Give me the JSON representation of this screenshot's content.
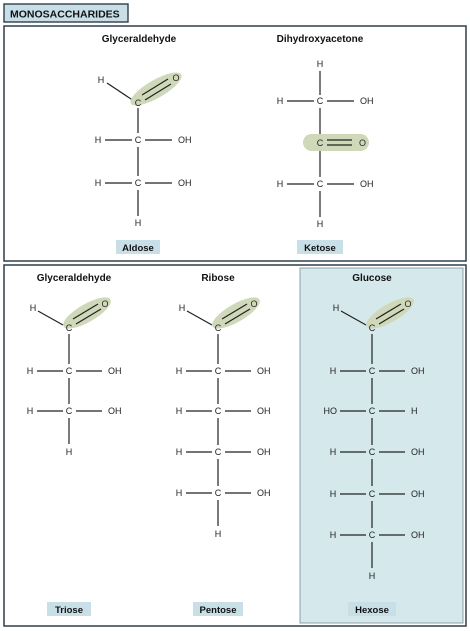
{
  "header": {
    "title": "MONOSACCHARIDES"
  },
  "colors": {
    "header_bg": "#c9dfe8",
    "header_border": "#2f3f4a",
    "panel_border": "#2f3f4a",
    "label_bg": "#c9dfe8",
    "carbonyl_highlight": "#cfd8b9",
    "glucose_bg": "#d5e8ec",
    "ink": "#222222",
    "oxygen": "#2b2b2b"
  },
  "top_panel": {
    "molecules": [
      {
        "name": "Glyceraldehyde",
        "type": "aldose",
        "backbone": [
          "C",
          "C",
          "C"
        ],
        "aldehyde": {
          "h": "H",
          "o": "O"
        },
        "rows": [
          {
            "left": "H",
            "right": "OH"
          },
          {
            "left": "H",
            "right": "OH"
          }
        ],
        "bottom": "H",
        "class_label": "Aldose"
      },
      {
        "name": "Dihydroxyacetone",
        "type": "ketose",
        "top": "H",
        "rows": [
          {
            "left": "H",
            "center": "C",
            "right": "OH"
          },
          {
            "left": "",
            "center": "C",
            "right": "O",
            "double_bond": true
          },
          {
            "left": "H",
            "center": "C",
            "right": "OH"
          }
        ],
        "bottom": "H",
        "class_label": "Ketose"
      }
    ]
  },
  "bottom_panel": {
    "molecules": [
      {
        "name": "Glyceraldehyde",
        "aldehyde": {
          "h": "H",
          "c": "C",
          "o": "O"
        },
        "rows": [
          {
            "left": "H",
            "center": "C",
            "right": "OH"
          },
          {
            "left": "H",
            "center": "C",
            "right": "OH"
          }
        ],
        "bottom": "H",
        "class_label": "Triose"
      },
      {
        "name": "Ribose",
        "aldehyde": {
          "h": "H",
          "c": "C",
          "o": "O"
        },
        "rows": [
          {
            "left": "H",
            "center": "C",
            "right": "OH"
          },
          {
            "left": "H",
            "center": "C",
            "right": "OH"
          },
          {
            "left": "H",
            "center": "C",
            "right": "OH"
          },
          {
            "left": "H",
            "center": "C",
            "right": "OH"
          }
        ],
        "bottom": "H",
        "class_label": "Pentose"
      },
      {
        "name": "Glucose",
        "aldehyde": {
          "h": "H",
          "c": "C",
          "o": "O"
        },
        "rows": [
          {
            "left": "H",
            "center": "C",
            "right": "OH"
          },
          {
            "left": "HO",
            "center": "C",
            "right": "H"
          },
          {
            "left": "H",
            "center": "C",
            "right": "OH"
          },
          {
            "left": "H",
            "center": "C",
            "right": "OH"
          },
          {
            "left": "H",
            "center": "C",
            "right": "OH"
          }
        ],
        "bottom": "H",
        "class_label": "Hexose"
      }
    ]
  }
}
